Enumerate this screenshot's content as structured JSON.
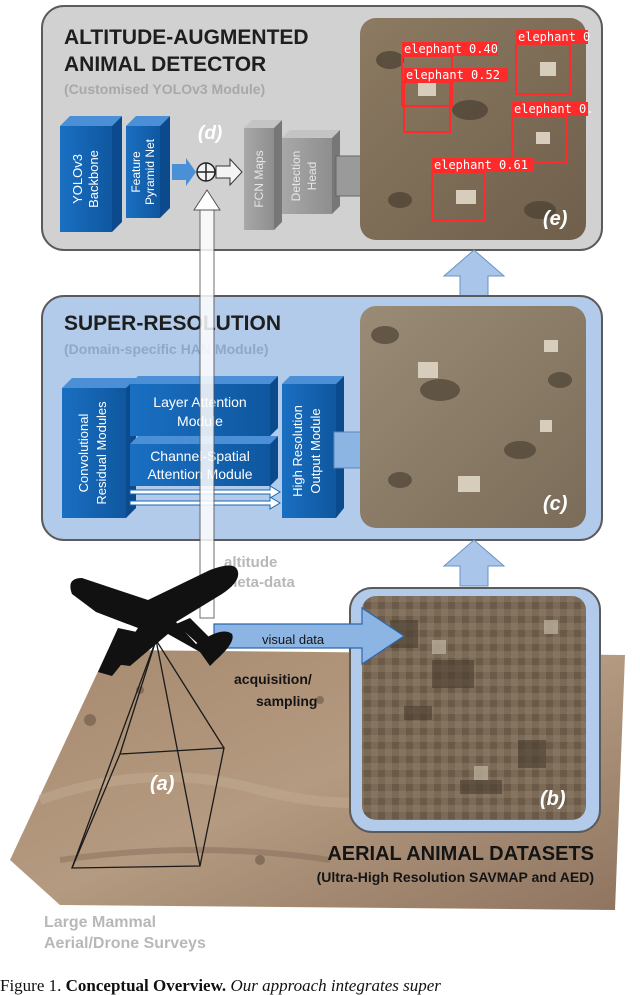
{
  "detector": {
    "title_line1": "ALTITUDE-AUGMENTED",
    "title_line2": "ANIMAL DETECTOR",
    "subtitle": "(Customised YOLOv3 Module)",
    "block_backbone": [
      "YOLOv3",
      "Backbone"
    ],
    "block_fpn": [
      "Feature",
      "Pyramid Net"
    ],
    "block_fcn": "FCN Maps",
    "block_head": [
      "Detection",
      "Head"
    ],
    "label_d": "(d)",
    "label_e": "(e)"
  },
  "detections": [
    {
      "label": "elephant 0.40"
    },
    {
      "label": "elephant 0.52"
    },
    {
      "label": "elephant 0"
    },
    {
      "label": "elephant 0."
    },
    {
      "label": "elephant 0.61"
    }
  ],
  "super_resolution": {
    "title": "SUPER-RESOLUTION",
    "subtitle": "(Domain-specific HAN Module)",
    "block_conv": [
      "Convolutional",
      "Residual Modules"
    ],
    "block_layer_att": [
      "Layer Attention",
      "Module"
    ],
    "block_channel_att": [
      "Channel-Spatial",
      "Attention Module"
    ],
    "block_output": [
      "High Resolution",
      "Output Module"
    ],
    "label_c": "(c)"
  },
  "acquisition": {
    "altitude_line1": "altitude",
    "altitude_line2": "meta-data",
    "visual_data": "visual data",
    "acq_line1": "acquisition/",
    "acq_line2": "sampling",
    "label_a": "(a)",
    "label_b": "(b)"
  },
  "datasets": {
    "title": "AERIAL ANIMAL DATASETS",
    "subtitle": "(Ultra-High Resolution SAVMAP and AED)",
    "survey_line1": "Large Mammal",
    "survey_line2": "Aerial/Drone Surveys"
  },
  "caption": {
    "prefix": "Figure 1.",
    "bold": "Conceptual Overview.",
    "rest": "Our approach integrates super"
  },
  "colors": {
    "block_blue": "#1565b4",
    "panel_blue": "#b2cbea",
    "panel_gray": "#d0d0d0",
    "detection_red": "#ff2a2a"
  }
}
